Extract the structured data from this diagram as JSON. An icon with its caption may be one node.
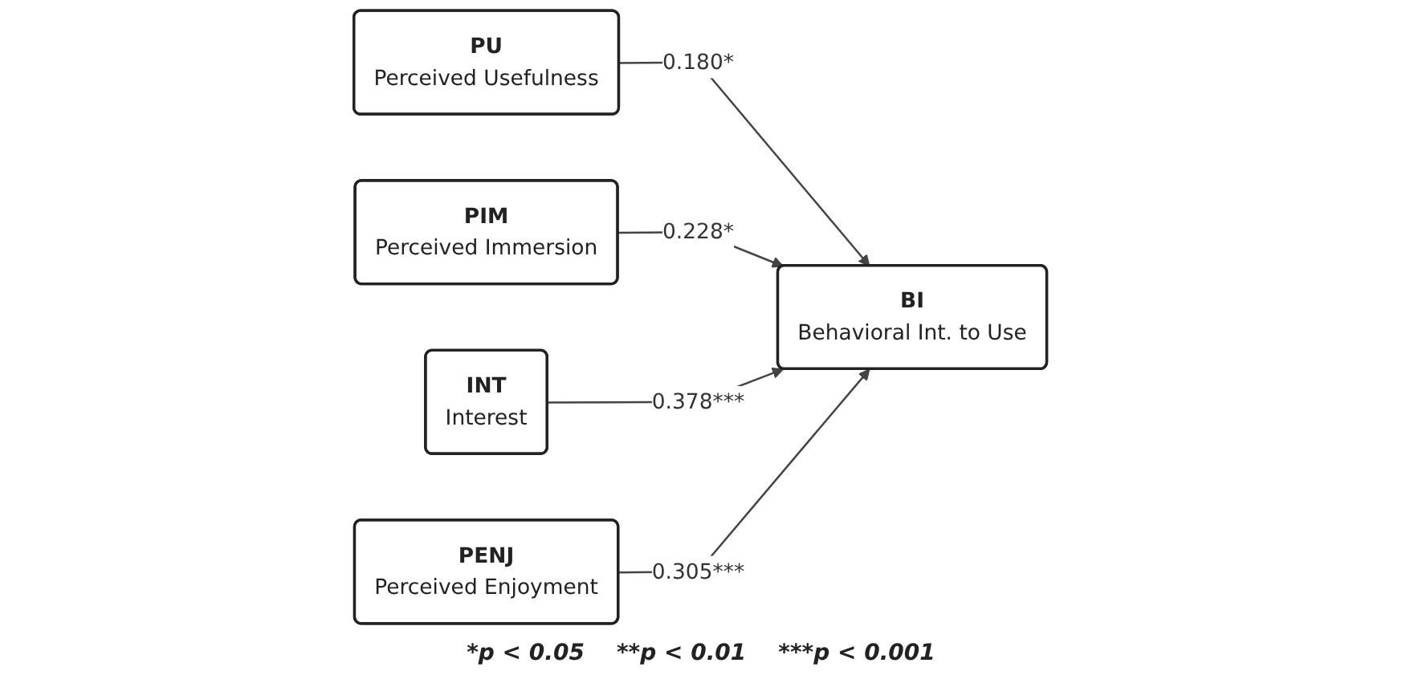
{
  "diagram": {
    "nodes": [
      {
        "text": [
          "PIM",
          "Perceived Immersion"
        ]
      },
      {
        "text": [
          "INT",
          "Interest"
        ]
      },
      {
        "text": [
          "PU",
          "Perceived Usefulness"
        ]
      },
      {
        "text": [
          "BI",
          "Behavioral Int. to Use"
        ]
      },
      {
        "text": [
          "PENJ",
          "Perceived Enjoyment"
        ]
      }
    ],
    "edges": [
      {
        "from": 2,
        "to": 3,
        "arrow": "to",
        "label": "0.180*"
      },
      {
        "from": 0,
        "to": 3,
        "arrow": "to",
        "label": "0.228*"
      },
      {
        "from": 1,
        "to": 3,
        "arrow": "to",
        "label": "0.378***"
      },
      {
        "from": 4,
        "to": 3,
        "arrow": "to",
        "label": "0.305***"
      }
    ],
    "labels": [
      "*p < 0.05",
      "**p < 0.01",
      "***p < 0.001"
    ]
  }
}
